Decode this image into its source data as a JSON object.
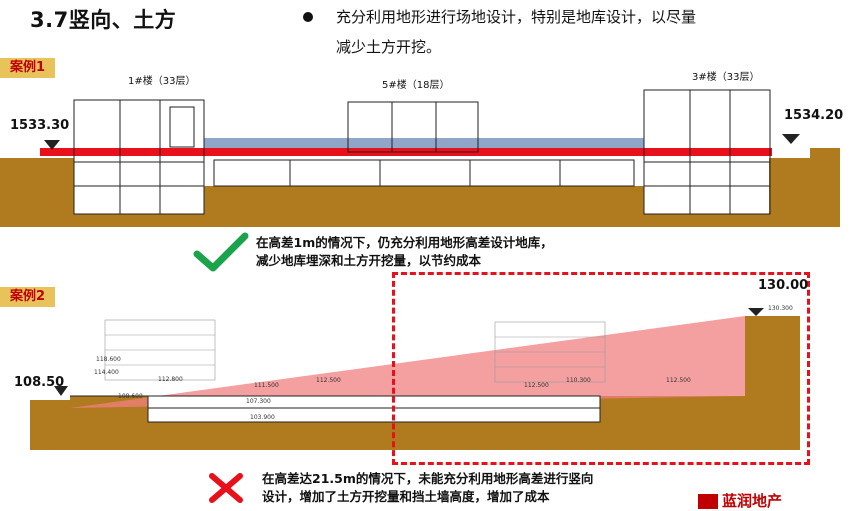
{
  "header": {
    "title": "3.7竖向、土方",
    "bullet_line1": "充分利用地形进行场地设计，特别是地库设计，以尽量",
    "bullet_line2": "减少土方开挖。"
  },
  "case1": {
    "tag": "案例1",
    "bldg_left": "1#楼（33层）",
    "bldg_mid": "5#楼（18层）",
    "bldg_right": "3#楼（33层）",
    "elev_left": "1533.30",
    "elev_right": "1534.20",
    "note_line1": "在高差1m的情况下，仍充分利用地形高差设计地库，",
    "note_line2": "减少地库埋深和土方开挖量，以节约成本",
    "icon": "check-icon"
  },
  "case2": {
    "tag": "案例2",
    "elev_left": "108.50",
    "elev_right": "130.00",
    "small_labels": {
      "l1": "118.600",
      "l2": "114.400",
      "l3": "112.800",
      "l4": "108.600",
      "l5": "111.500",
      "l6": "112.500",
      "l7": "107.300",
      "l8": "103.900",
      "l9": "112.500",
      "l10": "110.300",
      "l11": "112.500",
      "l12": "130.300"
    },
    "note_line1": "在高差达21.5m的情况下，未能充分利用地形高差进行竖向",
    "note_line2": "设计，增加了土方开挖量和挡土墙高度，增加了成本",
    "icon": "cross-icon"
  },
  "footer": {
    "logo_text": "蓝润地产"
  },
  "colors": {
    "soil": "#b07a1e",
    "red_line": "#e8101a",
    "slope_fill": "#f08080",
    "tag_bg": "#e8c35c",
    "check": "#1aa34a"
  }
}
